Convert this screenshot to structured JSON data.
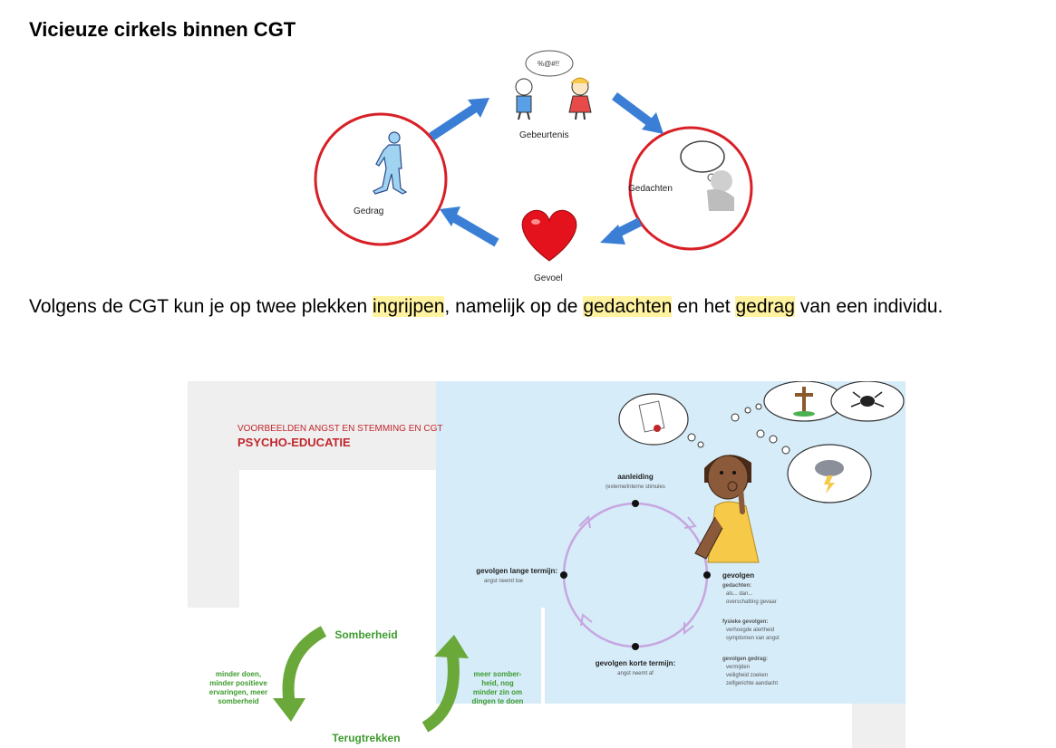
{
  "heading": "Vicieuze cirkels binnen CGT",
  "diagram1": {
    "labels": {
      "event": "Gebeurtenis",
      "thoughts": "Gedachten",
      "feeling": "Gevoel",
      "behavior": "Gedrag",
      "speech": "%@#!!"
    },
    "colors": {
      "circle": "#d81f26",
      "arrow": "#3a7fd5"
    }
  },
  "paragraph": {
    "part1": "Volgens de CGT kun je op twee plekken ",
    "hl1": "ingrijpen",
    "part2": ", namelijk op de ",
    "hl2": "gedachten",
    "part3": " en het ",
    "hl3": "gedrag",
    "part4": " van een individu."
  },
  "slide": {
    "subtitle": "VOORBEELDEN ANGST EN STEMMING EN CGT",
    "title": "PSYCHO-EDUCATIE",
    "cycle": {
      "top_title": "aanleiding",
      "top_sub": "(externe/interne stimules",
      "right_title": "gevolgen",
      "thoughts_title": "gedachten:",
      "thoughts_items": [
        "als... dan...",
        "overschatting gevaar"
      ],
      "physical_title": "fysieke gevolgen:",
      "physical_items": [
        "verhoogde alertheid",
        "symptomen van angst"
      ],
      "behavior_title": "gevolgen gedrag:",
      "behavior_items": [
        "vermijden",
        "veiligheid zoeken",
        "zelfgerichte aandacht"
      ],
      "bottom_title": "gevolgen korte termijn:",
      "bottom_sub": "angst neemt af",
      "left_title": "gevolgen lange termijn:",
      "left_sub": "angst neemt toe"
    },
    "colors": {
      "title": "#c0272d",
      "panel": "#d6ecf9",
      "cycle": "#c7a6e0"
    }
  },
  "depression": {
    "top": "Somberheid",
    "bottom": "Terugtrekken",
    "left": [
      "minder doen,",
      "minder positieve",
      "ervaringen, meer",
      "somberheid"
    ],
    "right": [
      "meer somber-",
      "heid, nog",
      "minder zin om",
      "dingen te doen"
    ],
    "color": "#6aa83a"
  }
}
